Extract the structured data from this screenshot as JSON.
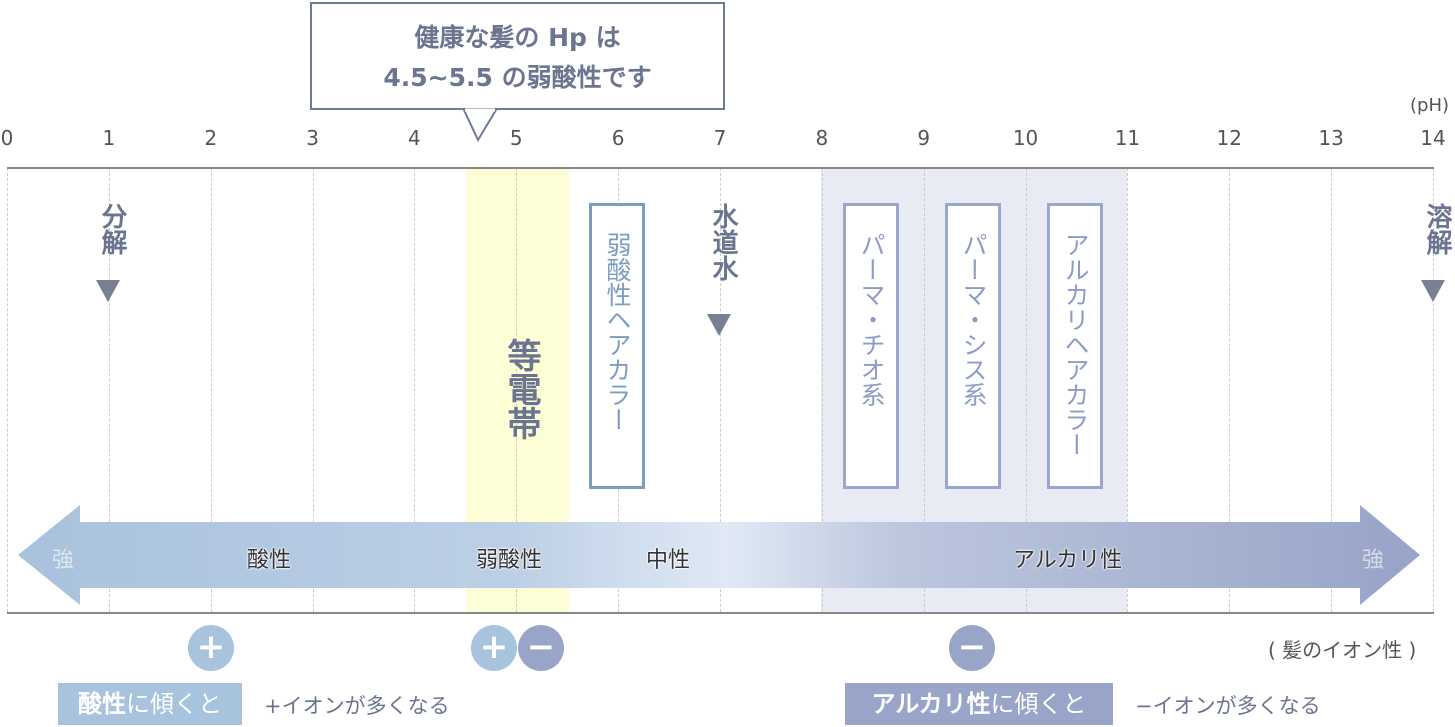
{
  "callout": {
    "line1": "健康な髪の Hp は",
    "line2": "4.5~5.5 の弱酸性です"
  },
  "axis": {
    "unit": "(pH)",
    "ticks": [
      "0",
      "1",
      "2",
      "3",
      "4",
      "5",
      "6",
      "7",
      "8",
      "9",
      "10",
      "11",
      "12",
      "13",
      "14"
    ]
  },
  "markers": {
    "decompose": "分解",
    "tap_water": "水道水",
    "dissolve": "溶解",
    "isoelectric": "等電帯"
  },
  "boxes": [
    "弱酸性ヘアカラー",
    "パーマ・チオ系",
    "パーマ・シス系",
    "アルカリヘアカラー"
  ],
  "arrow": {
    "strong_left": "強",
    "acid": "酸性",
    "weak_acid": "弱酸性",
    "neutral": "中性",
    "alkaline": "アルカリ性",
    "strong_right": "強"
  },
  "ions": {
    "plus": "+",
    "minus": "−",
    "caption": "( 髪のイオン性 )"
  },
  "legend": {
    "acid_label_bold": "酸性",
    "acid_label_rest": "に傾くと",
    "acid_note": "+イオンが多くなる",
    "alk_label_bold": "アルカリ性",
    "alk_label_rest": "に傾くと",
    "alk_note": "−イオンが多くなる"
  },
  "colors": {
    "acid": "#a8c3de",
    "alkaline": "#99a5c8",
    "isoelectric_band": "#fdfdd6",
    "alkaline_band": "#e8ebf3",
    "text": "#6b7590"
  }
}
